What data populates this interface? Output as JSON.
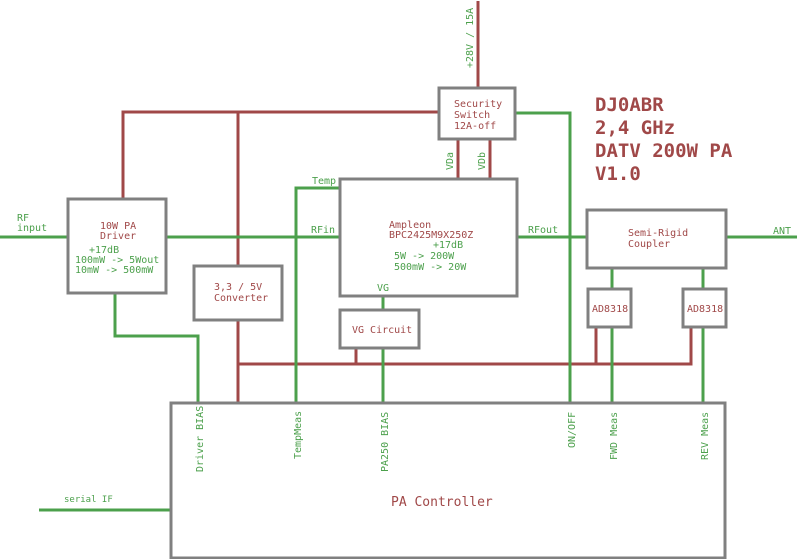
{
  "title": {
    "lines": [
      "DJ0ABR",
      "2,4 GHz",
      "DATV 200W PA",
      "V1.0"
    ]
  },
  "colors": {
    "rf_signal": "#4ca04c",
    "power": "#a04848",
    "block_border": "#808080"
  },
  "blocks": {
    "driver": {
      "name_lines": [
        "10W PA",
        "Driver"
      ],
      "spec_lines": [
        "+17dB",
        "100mW -> 5Wout",
        "10mW -> 500mW"
      ]
    },
    "converter": {
      "name_lines": [
        "3,3 / 5V",
        "Converter"
      ]
    },
    "security": {
      "name_lines": [
        "Security",
        "Switch",
        "12A-off"
      ]
    },
    "ampleon": {
      "name_lines": [
        "Ampleon",
        "BPC2425M9X250Z"
      ],
      "spec_lines": [
        "+17dB",
        "5W -> 200W",
        "500mW -> 20W"
      ]
    },
    "vg_circuit": {
      "name_lines": [
        "VG Circuit"
      ]
    },
    "coupler": {
      "name_lines": [
        "Semi-Rigid",
        "Coupler"
      ]
    },
    "detector_fwd": {
      "name_lines": [
        "AD8318"
      ]
    },
    "detector_rev": {
      "name_lines": [
        "AD8318"
      ]
    },
    "controller": {
      "name_lines": [
        "PA Controller"
      ]
    }
  },
  "labels": {
    "rf_input": [
      "RF",
      "input"
    ],
    "supply": "+28V / 15A",
    "vda": "VDa",
    "vdb": "VDb",
    "temp": "Temp",
    "rfin": "RFin",
    "rfout": "RFout",
    "vg": "VG",
    "ant": "ANT",
    "serial_if": "serial IF"
  },
  "controller_pins": [
    "Driver BIAS",
    "TempMeas",
    "PA250 BIAS",
    "ON/OFF",
    "FWD Meas",
    "REV Meas"
  ]
}
